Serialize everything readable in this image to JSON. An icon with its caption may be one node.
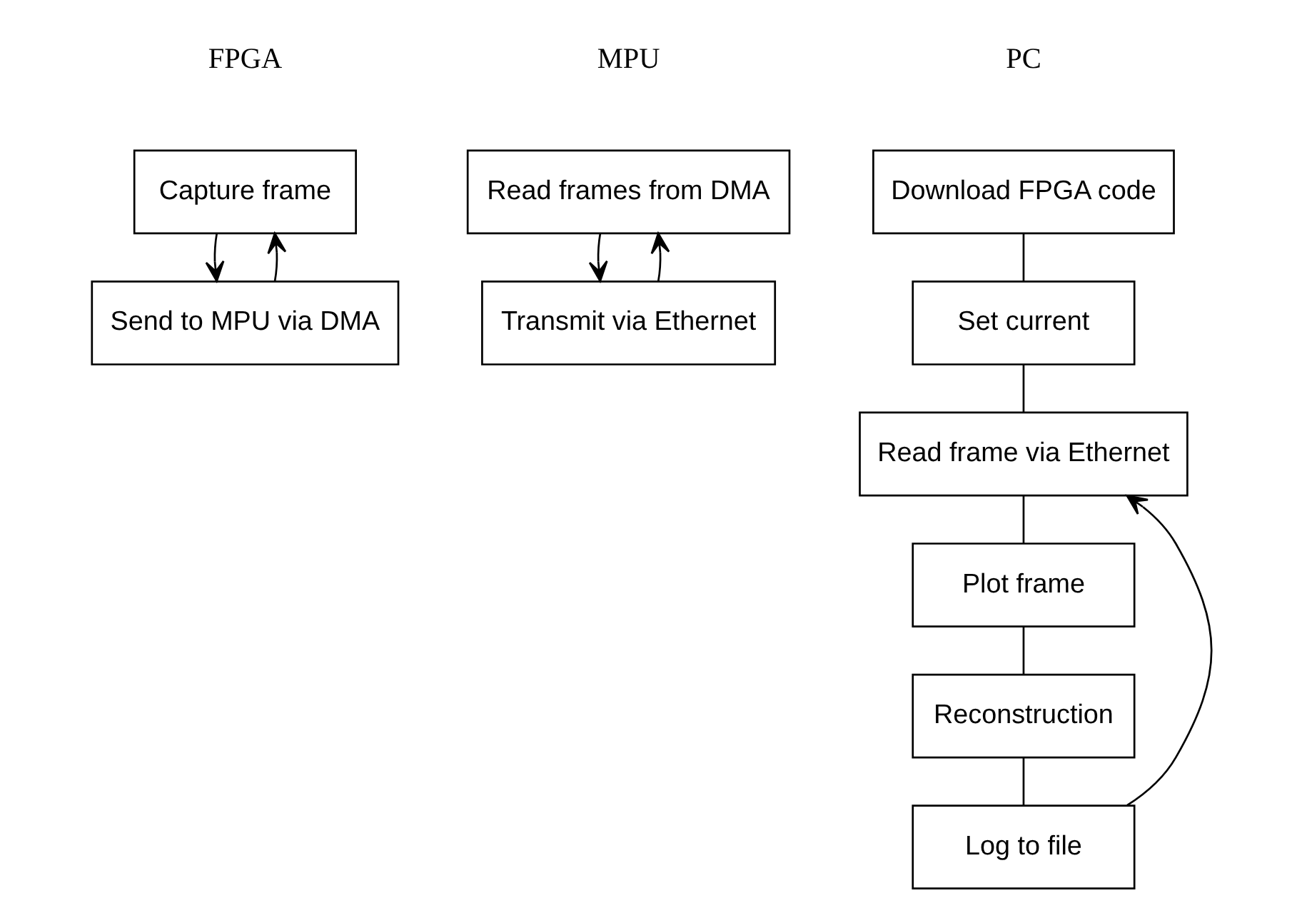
{
  "diagram": {
    "nodes": [
      {
        "text": [
          "Capture frame"
        ]
      },
      {
        "text": [
          "Send to MPU via DMA"
        ]
      },
      {
        "text": [
          "Read frames from DMA"
        ]
      },
      {
        "text": [
          "Transmit via Ethernet"
        ]
      },
      {
        "text": [
          "Download FPGA code"
        ]
      },
      {
        "text": [
          "Set current"
        ]
      },
      {
        "text": [
          "Read frame via Ethernet"
        ]
      },
      {
        "text": [
          "Plot frame"
        ]
      },
      {
        "text": [
          "Reconstruction"
        ]
      },
      {
        "text": [
          "Log to file"
        ]
      }
    ],
    "edges": [
      {
        "from": 0,
        "to": 1,
        "arrow": "to"
      },
      {
        "from": 1,
        "to": 0,
        "arrow": "to"
      },
      {
        "from": 2,
        "to": 3,
        "arrow": "to"
      },
      {
        "from": 3,
        "to": 2,
        "arrow": "to"
      },
      {
        "from": 4,
        "to": 5,
        "arrow": "none"
      },
      {
        "from": 5,
        "to": 6,
        "arrow": "none"
      },
      {
        "from": 6,
        "to": 7,
        "arrow": "none"
      },
      {
        "from": 7,
        "to": 8,
        "arrow": "none"
      },
      {
        "from": 8,
        "to": 9,
        "arrow": "none"
      },
      {
        "from": 9,
        "to": 6,
        "arrow": "to"
      }
    ],
    "labels": [
      "FPGA",
      "MPU",
      "PC"
    ]
  }
}
